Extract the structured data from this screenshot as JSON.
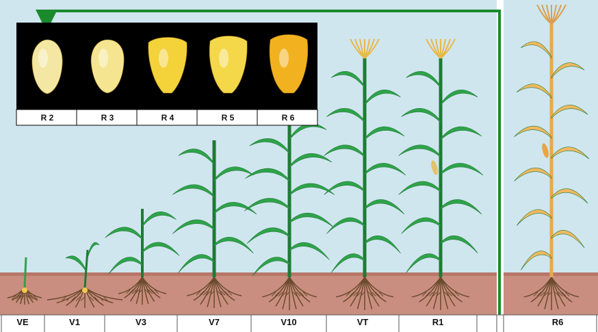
{
  "colors": {
    "sky": "#cfe6ef",
    "soil": "#c98e7f",
    "soil_dark": "#b67668",
    "leaf": "#2fa34a",
    "leaf_dark": "#1f7a35",
    "root": "#6b4a2e",
    "dry_plant": "#e8a94a",
    "dry_leaf": "#f0b860",
    "arrow": "#1a8a2c",
    "kernel_panel": "#000000",
    "tassel": "#e7b84a"
  },
  "kernel_panel": {
    "labels": [
      "R 2",
      "R 3",
      "R 4",
      "R 5",
      "R 6"
    ],
    "kernel_colors": [
      "#f3e7a3",
      "#f5e590",
      "#f4d23a",
      "#f5d84a",
      "#f2b21f"
    ]
  },
  "stages": [
    {
      "label": "VE",
      "icon": "seedling-emergence-icon"
    },
    {
      "label": "V1",
      "icon": "seedling-one-leaf-icon"
    },
    {
      "label": "V3",
      "icon": "corn-plant-icon"
    },
    {
      "label": "V7",
      "icon": "corn-plant-icon"
    },
    {
      "label": "V10",
      "icon": "corn-plant-icon"
    },
    {
      "label": "VT",
      "icon": "tasseling-corn-icon"
    },
    {
      "label": "R1",
      "icon": "silking-corn-icon"
    },
    {
      "label": "",
      "icon": "divider"
    },
    {
      "label": "R6",
      "icon": "mature-dry-corn-icon"
    }
  ]
}
